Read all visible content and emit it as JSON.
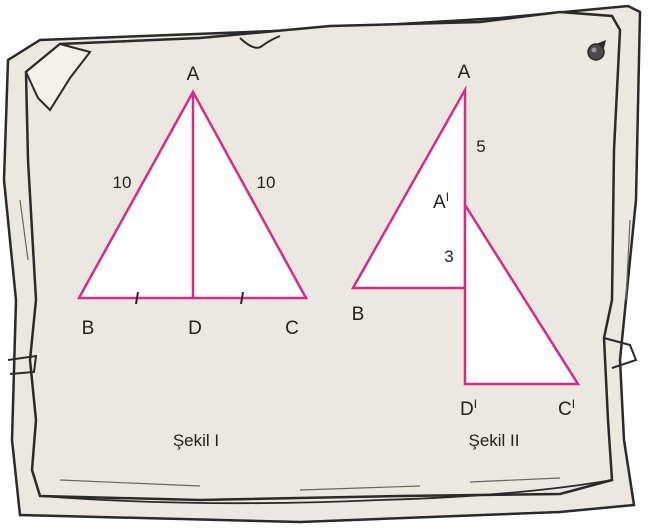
{
  "colors": {
    "board": "#ebe7e1",
    "board_shadow": "#d9d3c9",
    "ink": "#2a2a2a",
    "triangle": "#d62c86",
    "text": "#222222"
  },
  "icons": {
    "pin": "pin-icon"
  },
  "figure1": {
    "caption": "Şekil I",
    "labels": {
      "a": "A",
      "b": "B",
      "c": "C",
      "d": "D"
    },
    "lengths": {
      "ab": "10",
      "ac": "10"
    }
  },
  "figure2": {
    "caption": "Şekil II",
    "labels": {
      "a": "A",
      "b": "B",
      "a_prime": "A",
      "d_prime": "D",
      "c_prime": "C",
      "prime_mark": "I"
    },
    "lengths": {
      "upper": "5",
      "lower": "3"
    }
  }
}
